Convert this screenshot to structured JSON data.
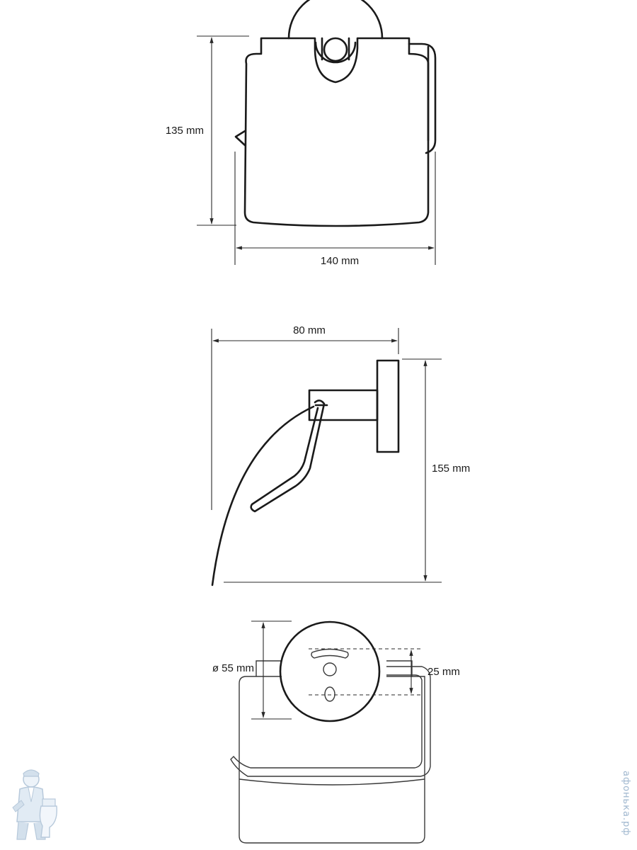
{
  "front_view": {
    "height_label": "135 mm",
    "width_label": "140 mm"
  },
  "side_view": {
    "depth_label": "80 mm",
    "height_label": "155 mm"
  },
  "top_view": {
    "diameter_label": "ø 55 mm",
    "hole_spacing_label": "25 mm"
  },
  "watermark": {
    "text": "афонька.рф",
    "mascot": "plumber-mascot-icon"
  },
  "colors": {
    "line": "#1a1a1a",
    "watermark": "#9fb7cf"
  }
}
